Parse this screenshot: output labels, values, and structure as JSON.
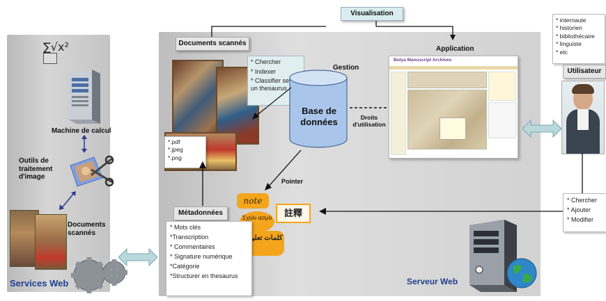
{
  "services_label": "Services Web",
  "server_label": "Serveur Web",
  "machine_label": "Machine de calcul",
  "tools_label": "Outils de traitement d'image",
  "docs_left_label": "Documents scannés",
  "visualisation": "Visualisation",
  "docs_scanned_title": "Documents scannés",
  "application": "Application",
  "gestion": "Gestion",
  "db_label": "Base de données",
  "droits": "Droits d'utilisation",
  "pointer": "Pointer",
  "metadonnees": "Métadonnées",
  "utilisateur": "Utilisateur",
  "actions_box": [
    "* Chercher",
    "* Indexer",
    "* Classifier selon un thesaurus"
  ],
  "formats": [
    "*.pdf",
    "*.jpeg",
    "*.png"
  ],
  "users_list": [
    "* internaute",
    "* historien",
    "* bibliothécaire",
    "* linguiste",
    "* etc"
  ],
  "user_actions": [
    "* Chercher",
    "* Ajouter",
    "* Modifier"
  ],
  "meta_list": [
    "* Mots clés",
    "*Transcription",
    "* Commentaires",
    "* Signature numérique",
    "*Catégorie",
    "*Structurer en thesaurus"
  ],
  "notes": {
    "en": "note",
    "el": "Σχολι ασμό",
    "zh": "註釋",
    "ar": "كلمات تعليق"
  },
  "app_header": "Bolya Manuscript Archives",
  "formula": "∑√x²",
  "colors": {
    "panel": "#c8c8c8",
    "arrow_teal": "#b8d8dc",
    "note_orange": "#f4a51c",
    "db_blue": "#a9c6ea"
  }
}
